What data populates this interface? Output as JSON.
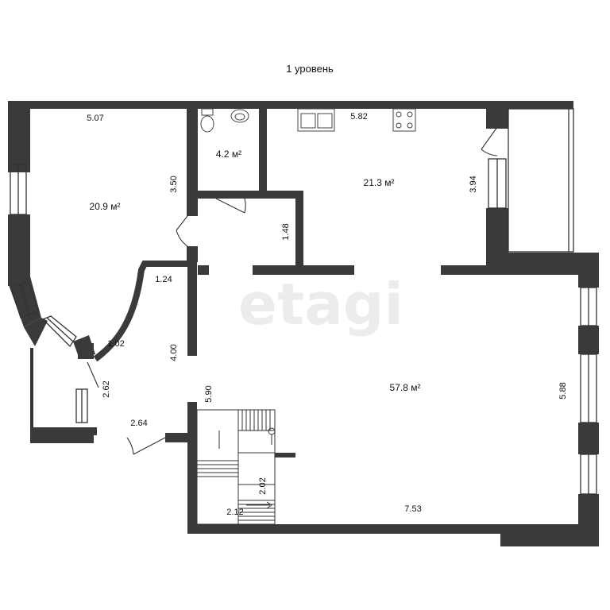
{
  "title": "1 уровень",
  "watermark": "etagi",
  "colors": {
    "wall": "#3a3a3a",
    "line": "#333333",
    "background": "#ffffff",
    "watermark": "#c9c9c9"
  },
  "rooms": [
    {
      "id": "room-left",
      "area": "20.9 м²"
    },
    {
      "id": "bathroom",
      "area": "4.2 м²"
    },
    {
      "id": "kitchen",
      "area": "21.3 м²"
    },
    {
      "id": "hall",
      "area": "57.8 м²"
    }
  ],
  "dimensions": {
    "left_top": "5.07",
    "left_side": "3.50",
    "kitchen_top": "5.82",
    "kitchen_side": "3.94",
    "corridor_side": "1.48",
    "corridor_top": "1.24",
    "bay": "1.02",
    "corridor_height": "4.00",
    "small_side": "2.62",
    "small_bottom": "2.64",
    "hall_left": "5.90",
    "hall_right": "5.88",
    "hall_bottom": "7.53",
    "stair_vertical": "2.02",
    "stair_horizontal": "2.12"
  }
}
